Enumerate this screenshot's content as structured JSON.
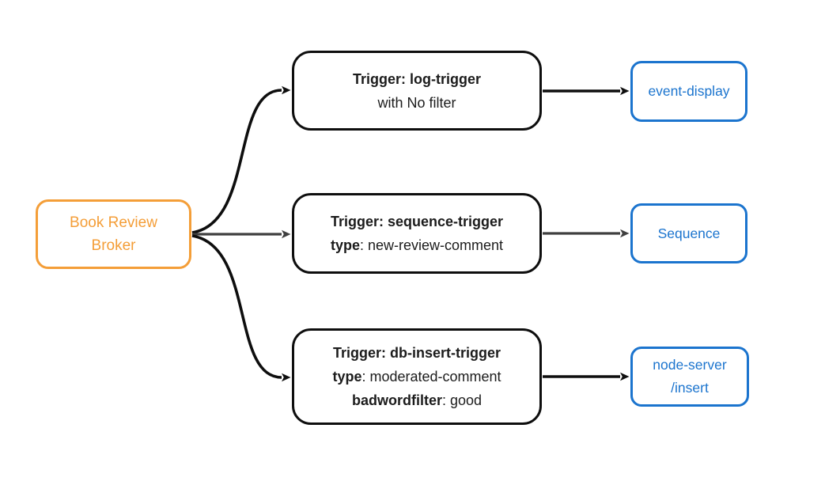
{
  "diagram": {
    "background": "#FFFFFF",
    "colors": {
      "broker_orange": "#F49E38",
      "sink_blue": "#1B74CE",
      "edge_black": "#0E0E0E",
      "edge_gray": "#3F3F3F"
    }
  },
  "nodes": {
    "broker": {
      "line1": "Book Review",
      "line2": "Broker"
    },
    "log_trigger": {
      "title": "Trigger: log-trigger",
      "subtitle": "with No filter"
    },
    "sequence_trigger": {
      "title": "Trigger: sequence-trigger",
      "attr1_key": "type",
      "attr1_rest": ": new-review-comment"
    },
    "db_insert_trigger": {
      "title": "Trigger: db-insert-trigger",
      "attr1_key": "type",
      "attr1_rest": ": moderated-comment",
      "attr2_key": "badwordfilter",
      "attr2_rest": ": good"
    },
    "event_display": {
      "label": "event-display"
    },
    "sequence": {
      "label": "Sequence"
    },
    "node_server": {
      "line1": "node-server",
      "line2": "/insert"
    }
  },
  "edges": [
    {
      "from": "broker",
      "to": "log_trigger",
      "color": "#0E0E0E",
      "shape": "s-curve-up"
    },
    {
      "from": "broker",
      "to": "sequence_trigger",
      "color": "#3F3F3F",
      "shape": "straight"
    },
    {
      "from": "broker",
      "to": "db_insert_trigger",
      "color": "#0E0E0E",
      "shape": "s-curve-down"
    },
    {
      "from": "log_trigger",
      "to": "event_display",
      "color": "#0E0E0E",
      "shape": "straight"
    },
    {
      "from": "sequence_trigger",
      "to": "sequence",
      "color": "#3F3F3F",
      "shape": "straight"
    },
    {
      "from": "db_insert_trigger",
      "to": "node_server",
      "color": "#0E0E0E",
      "shape": "straight"
    }
  ]
}
